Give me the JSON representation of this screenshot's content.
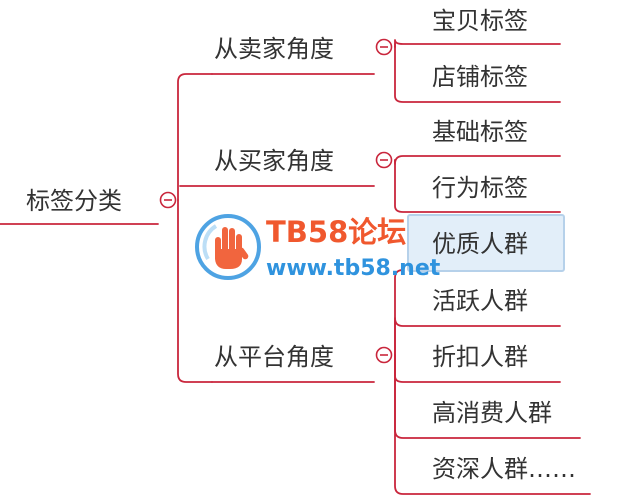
{
  "root": {
    "label": "标签分类"
  },
  "branches": [
    {
      "label": "从卖家角度",
      "children": [
        "宝贝标签",
        "店铺标签"
      ]
    },
    {
      "label": "从买家角度",
      "children": [
        "基础标签",
        "行为标签"
      ]
    },
    {
      "label": "从平台角度",
      "children": [
        "优质人群",
        "活跃人群",
        "折扣人群",
        "高消费人群",
        "资深人群……"
      ]
    }
  ],
  "watermark": {
    "title": "TB58论坛",
    "url": "www.tb58.net"
  },
  "colors": {
    "connector": "#c9263c",
    "collapse_circle": "#c9263c",
    "selected_fill": "#e2eef9",
    "selected_border": "#b6d1ea",
    "watermark_orange": "#f0582e",
    "watermark_blue": "#2f93de"
  }
}
